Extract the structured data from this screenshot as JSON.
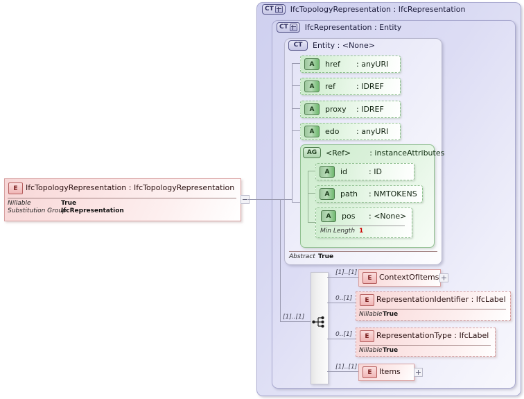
{
  "diagram": {
    "type": "xsd-schema-diagram",
    "root_element": {
      "badge": "E",
      "title": "IfcTopologyRepresentation : IfcTopologyRepresentation",
      "properties": [
        {
          "label": "Nillable",
          "value": "True"
        },
        {
          "label": "Substitution Group",
          "value": "IfcRepresentation"
        }
      ]
    },
    "containers": [
      {
        "badge": "CT",
        "expandable": true,
        "title": "IfcTopologyRepresentation : IfcRepresentation"
      },
      {
        "badge": "CT",
        "expandable": true,
        "title": "IfcRepresentation : Entity"
      },
      {
        "badge": "CT",
        "expandable": false,
        "title": "Entity    : <None>"
      }
    ],
    "entity_footer": {
      "label": "Abstract",
      "value": "True"
    },
    "attributes": [
      {
        "badge": "A",
        "name": "href",
        "type": ": anyURI"
      },
      {
        "badge": "A",
        "name": "ref",
        "type": ": IDREF"
      },
      {
        "badge": "A",
        "name": "proxy",
        "type": ": IDREF"
      },
      {
        "badge": "A",
        "name": "edo",
        "type": ": anyURI"
      }
    ],
    "attribute_group": {
      "badge": "AG",
      "name": "<Ref>",
      "type": ": instanceAttributes",
      "attributes": [
        {
          "badge": "A",
          "name": "id",
          "type": ": ID"
        },
        {
          "badge": "A",
          "name": "path",
          "type": ": NMTOKENS"
        },
        {
          "badge": "A",
          "name": "pos",
          "type": ": <None>",
          "facet": {
            "label": "Min Length",
            "value": "1"
          }
        }
      ]
    },
    "compositor": {
      "kind": "sequence-icon"
    },
    "children": [
      {
        "badge": "E",
        "title": "ContextOfItems",
        "cardinality": "[1]..[1]",
        "dashed": false,
        "expandable": true,
        "properties": []
      },
      {
        "badge": "E",
        "title": "RepresentationIdentifier : IfcLabel",
        "cardinality": "0..[1]",
        "dashed": true,
        "expandable": false,
        "properties": [
          {
            "label": "Nillable",
            "value": "True"
          }
        ]
      },
      {
        "badge": "E",
        "title": "RepresentationType : IfcLabel",
        "cardinality": "0..[1]",
        "dashed": true,
        "expandable": false,
        "properties": [
          {
            "label": "Nillable",
            "value": "True"
          }
        ]
      },
      {
        "badge": "E",
        "title": "Items",
        "cardinality": "[1]..[1]",
        "dashed": false,
        "expandable": true,
        "properties": []
      }
    ],
    "root_connector_cardinality": "[1]..[1]",
    "colors": {
      "element_fill": "#f7d6d6",
      "element_border": "#d8a0a0",
      "complextype_fill": "#cfd0ef",
      "complextype_border": "#a9a9cf",
      "attribute_fill": "#cdeccd",
      "attribute_border": "#8fbf8f",
      "facet_value": "#cc0000",
      "connector": "#9a9ab0"
    }
  }
}
